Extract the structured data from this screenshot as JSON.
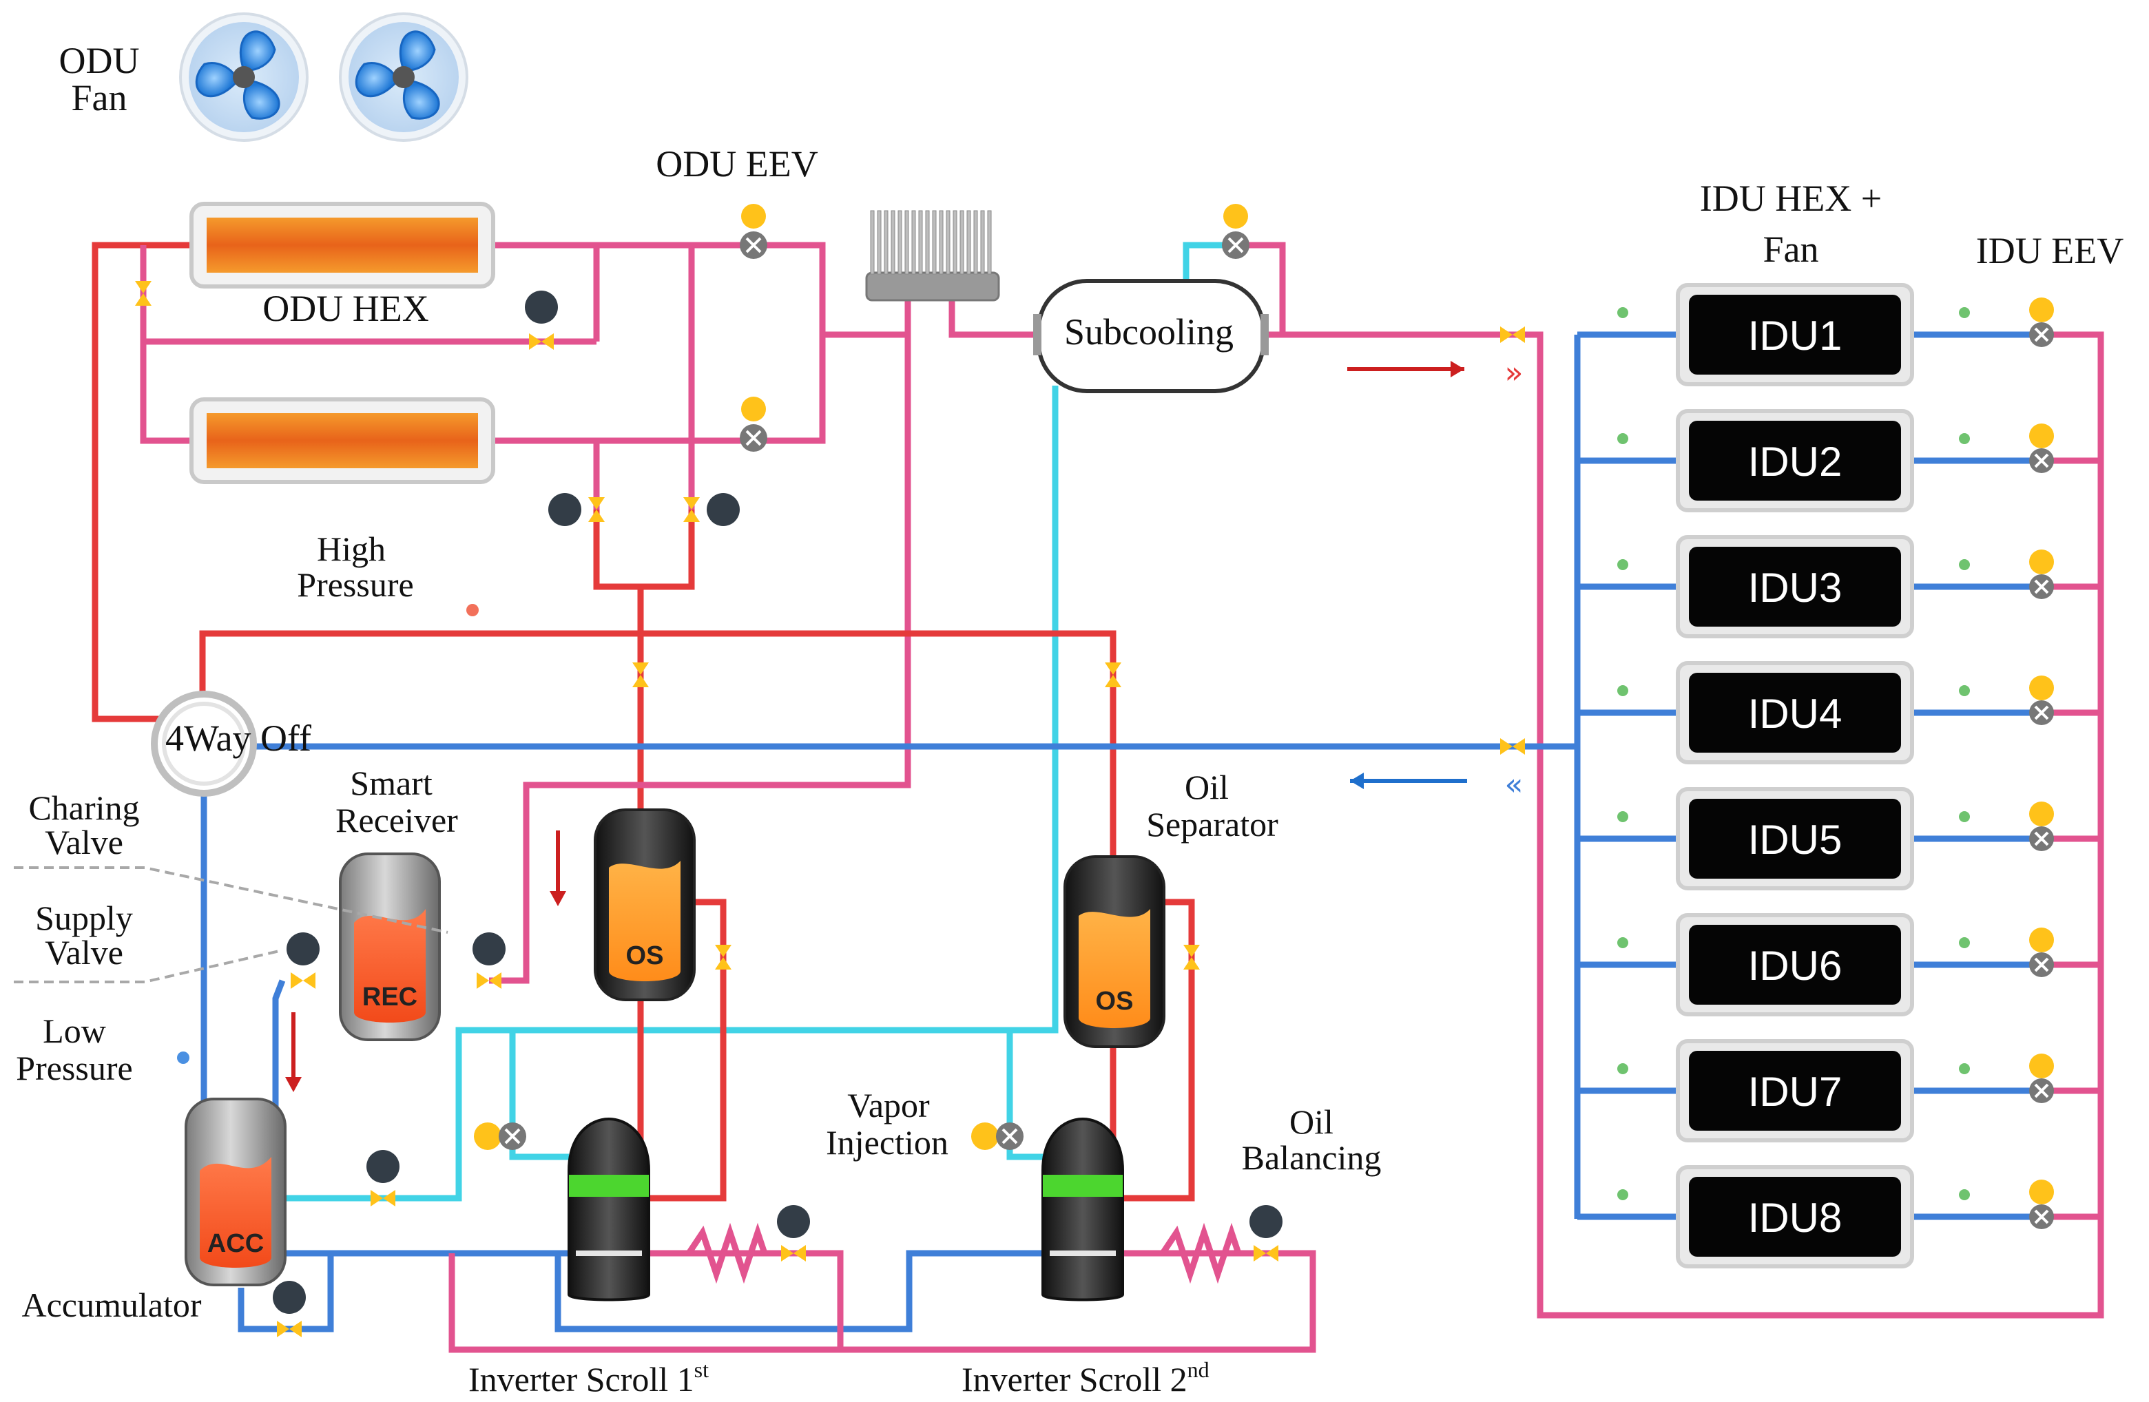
{
  "labels": {
    "odu_fan": [
      "ODU",
      "Fan"
    ],
    "odu_eev": "ODU EEV",
    "odu_hex": "ODU HEX",
    "subcooling": "Subcooling",
    "idu_hex_fan": [
      "IDU HEX +",
      "Fan"
    ],
    "idu_eev": "IDU EEV",
    "high_pressure": [
      "High",
      "Pressure"
    ],
    "four_way": "4Way Off",
    "charing_valve": [
      "Charing",
      "Valve"
    ],
    "supply_valve": [
      "Supply",
      "Valve"
    ],
    "low_pressure": [
      "Low",
      "Pressure"
    ],
    "smart_receiver": [
      "Smart",
      "Receiver"
    ],
    "oil_separator": [
      "Oil",
      "Separator"
    ],
    "vapor_injection": [
      "Vapor",
      "Injection"
    ],
    "oil_balancing": [
      "Oil",
      "Balancing"
    ],
    "accumulator": "Accumulator",
    "inverter_scroll_1": {
      "main": "Inverter Scroll 1",
      "sup": "st"
    },
    "inverter_scroll_2": {
      "main": "Inverter Scroll 2",
      "sup": "nd"
    }
  },
  "tanks": {
    "rec": "REC",
    "acc": "ACC",
    "os1": "OS",
    "os2": "OS"
  },
  "idu_units": [
    "IDU1",
    "IDU2",
    "IDU3",
    "IDU4",
    "IDU5",
    "IDU6",
    "IDU7",
    "IDU8"
  ],
  "colors": {
    "discharge": "#e53a3a",
    "liquid": "#e2538f",
    "suction": "#3f7fd8",
    "injection": "#41d3e6",
    "flow_out": "#cc1f1f",
    "flow_in": "#1f6fcc"
  },
  "icons": {
    "fan": "fan-icon",
    "eev": "eev-valve-icon",
    "solenoid": "solenoid-valve-icon",
    "service": "service-valve-icon"
  }
}
